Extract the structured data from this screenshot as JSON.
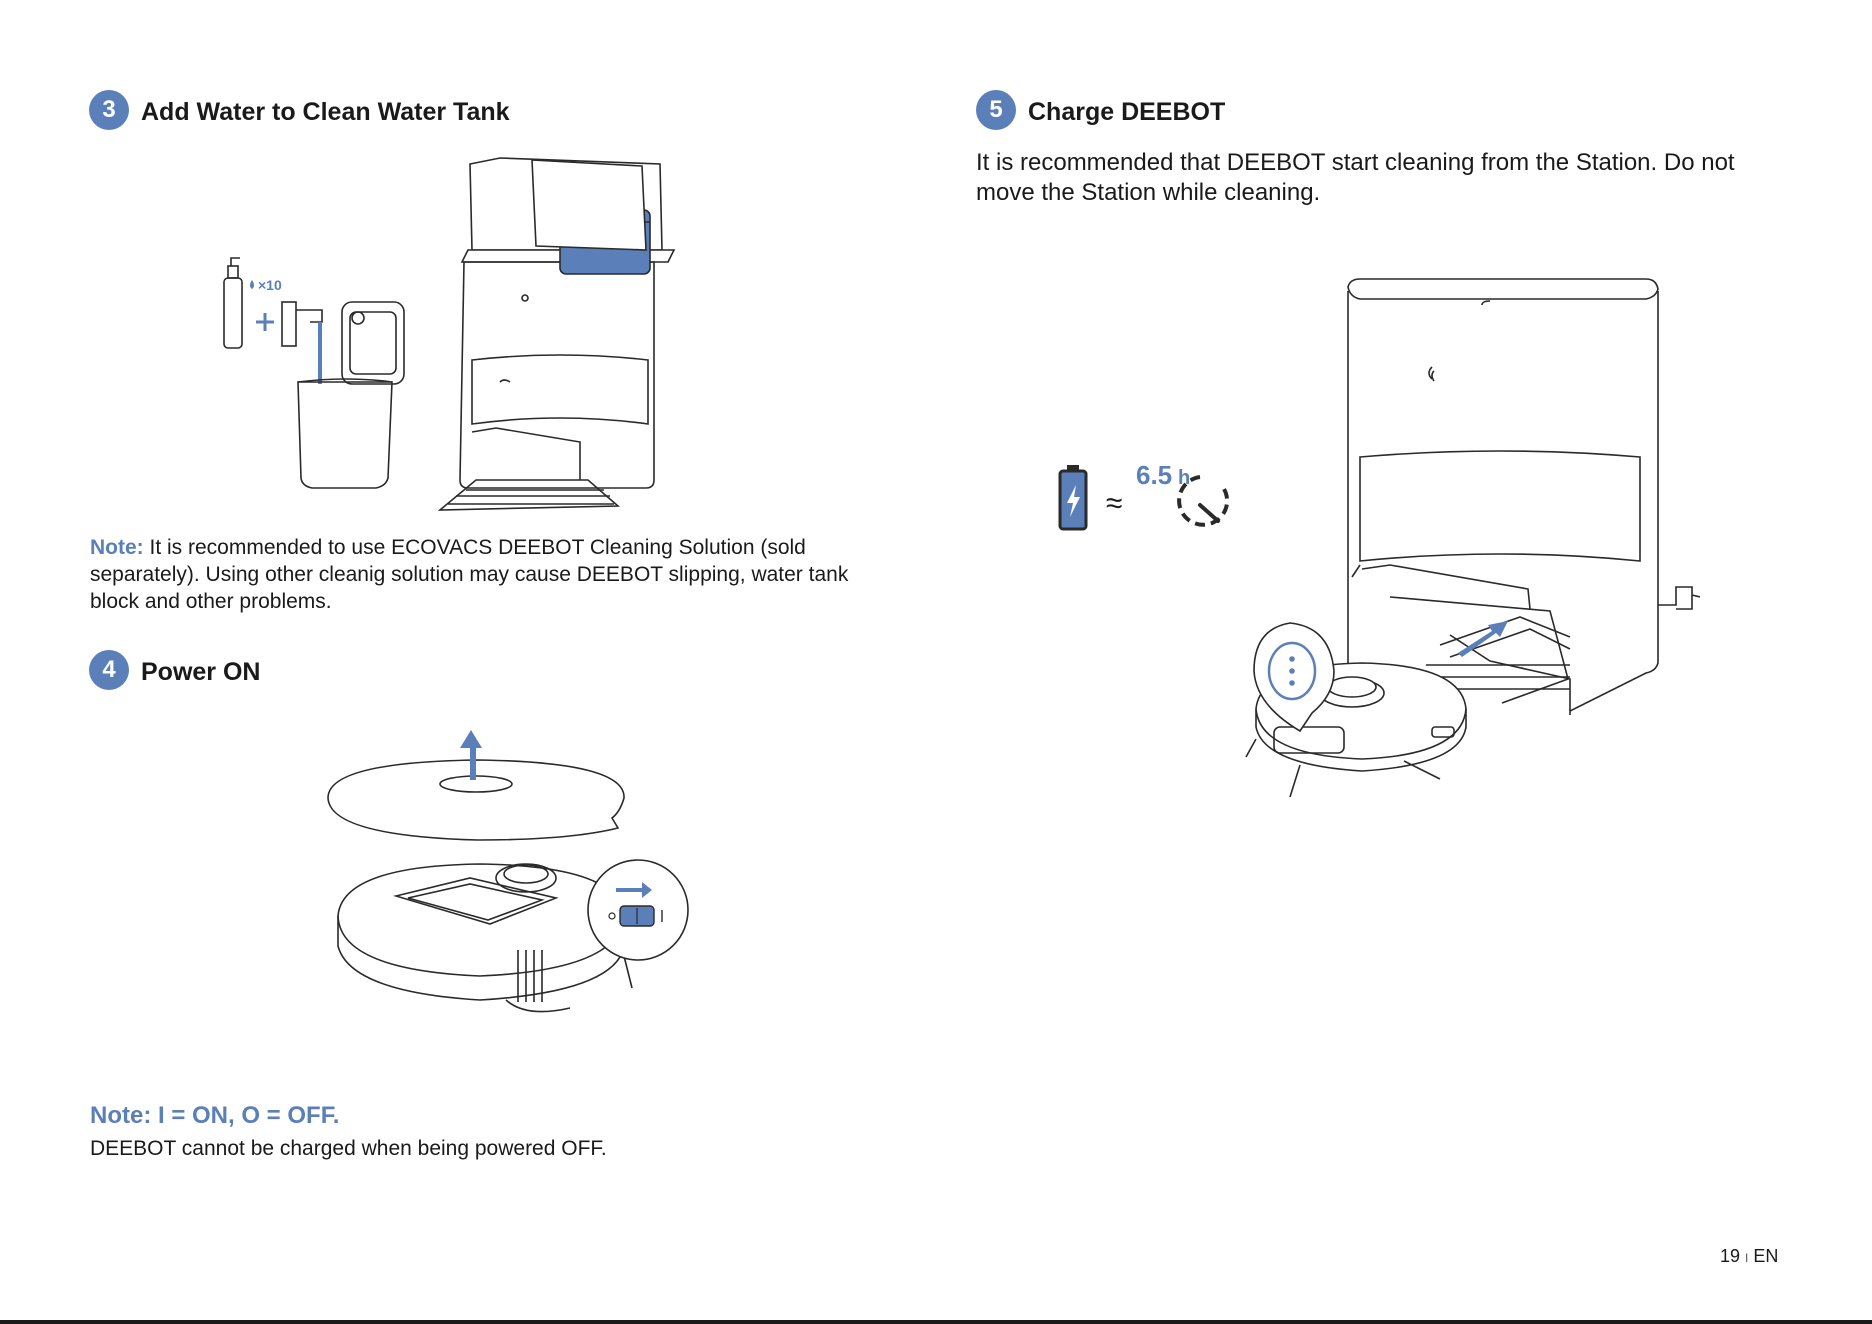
{
  "step3": {
    "number": "3",
    "title": "Add Water to Clean Water Tank",
    "solution_multiplier": "×10"
  },
  "note1": {
    "label": "Note:",
    "text": " It is recommended to use ECOVACS DEEBOT Cleaning Solution (sold separately). Using other cleanig solution may cause DEEBOT slipping, water tank block and other problems."
  },
  "step4": {
    "number": "4",
    "title": "Power ON"
  },
  "note2": {
    "heading": "Note: I = ON, O = OFF.",
    "text": "DEEBOT cannot be charged when being powered OFF."
  },
  "step5": {
    "number": "5",
    "title": "Charge DEEBOT",
    "text": "It is recommended that DEEBOT start cleaning from the Station. Do not move the Station while cleaning.",
    "charge_time_value": "6.5",
    "charge_time_unit": "h",
    "approx_symbol": "≈"
  },
  "footer": {
    "page_number": "19",
    "separator": "I",
    "language": "EN"
  },
  "colors": {
    "accent": "#5b7fb9",
    "text": "#1a1a1a",
    "line": "#2a2a2a"
  }
}
